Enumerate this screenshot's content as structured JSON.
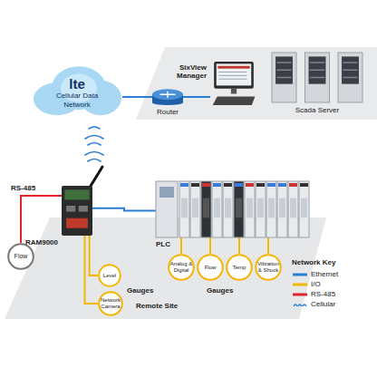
{
  "diagram": {
    "nodes": [
      {
        "text": [
          "lte",
          "Cellular Data Network"
        ]
      },
      {
        "text": [
          "Router"
        ]
      },
      {
        "text": [
          "SixView Manager"
        ]
      },
      {
        "text": [
          "Scada Server"
        ]
      },
      {
        "text": [
          "RAM9000"
        ]
      },
      {
        "text": [
          "Flow"
        ]
      },
      {
        "text": [
          "Level"
        ]
      },
      {
        "text": [
          "Network Camera"
        ]
      },
      {
        "text": [
          "PLC"
        ]
      },
      {
        "text": [
          "Analog & Digital"
        ]
      },
      {
        "text": [
          "Flow"
        ]
      },
      {
        "text": [
          "Temp"
        ]
      },
      {
        "text": [
          "Vibration & Shock"
        ]
      }
    ],
    "edges": [
      {
        "from": 0,
        "to": 1,
        "arrow": "none"
      },
      {
        "from": 1,
        "to": 2,
        "arrow": "none"
      },
      {
        "from": 4,
        "to": 5,
        "arrow": "none"
      },
      {
        "from": 4,
        "to": 6,
        "arrow": "none"
      },
      {
        "from": 4,
        "to": 7,
        "arrow": "none"
      },
      {
        "from": 4,
        "to": 8,
        "arrow": "none"
      },
      {
        "from": 8,
        "to": 9,
        "arrow": "none"
      },
      {
        "from": 8,
        "to": 10,
        "arrow": "none"
      },
      {
        "from": 8,
        "to": 11,
        "arrow": "none"
      },
      {
        "from": 8,
        "to": 12,
        "arrow": "none"
      }
    ],
    "labels": [
      "RS-485",
      "Gauges",
      "Gauges",
      "Remote Site",
      "Network Key"
    ],
    "legend": [
      {
        "text": "Ethernet",
        "color": "#2a7fd4"
      },
      {
        "text": "I/O",
        "color": "#f2b705"
      },
      {
        "text": "RS-485",
        "color": "#e0262b"
      },
      {
        "text": "Cellular"
      }
    ]
  }
}
